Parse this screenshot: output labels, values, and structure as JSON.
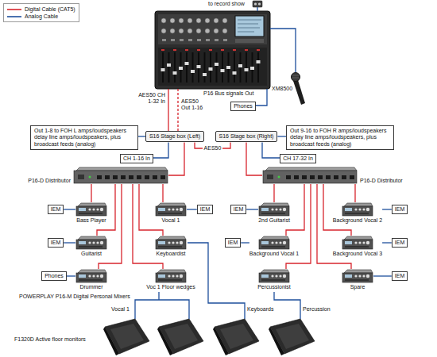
{
  "diagram": {
    "nodes": [
      {
        "text": [
          "Phones"
        ]
      },
      {
        "text": [
          "Out 1-8 to FOH L amps/loudspeakers delay line amps/loudspeakers, plus broadcast feeds (analog)"
        ]
      },
      {
        "text": [
          "S16 Stage box (Left)"
        ]
      },
      {
        "text": [
          "S16 Stage box (Right)"
        ]
      },
      {
        "text": [
          "Out 9-16 to FOH R amps/loudspeakers delay line amps/loudspeakers, plus broadcast feeds (analog)"
        ]
      },
      {
        "text": [
          "CH 1-16 In"
        ]
      },
      {
        "text": [
          "CH 17-32 In"
        ]
      },
      {
        "text": [
          "P16-D Distributor"
        ]
      },
      {
        "text": [
          "P16-D Distributor"
        ]
      },
      {
        "text": [
          "IEM"
        ]
      },
      {
        "text": [
          "Bass Player"
        ]
      },
      {
        "text": [
          "Vocal 1"
        ]
      },
      {
        "text": [
          "IEM"
        ]
      },
      {
        "text": [
          "IEM"
        ]
      },
      {
        "text": [
          "2nd Guitarist"
        ]
      },
      {
        "text": [
          "Background Vocal 2"
        ]
      },
      {
        "text": [
          "IEM"
        ]
      },
      {
        "text": [
          "IEM"
        ]
      },
      {
        "text": [
          "Guitarist"
        ]
      },
      {
        "text": [
          "Keyboardist"
        ]
      },
      {
        "text": [
          "IEM"
        ]
      },
      {
        "text": [
          "Background Vocal 1"
        ]
      },
      {
        "text": [
          "Background Vocal 3"
        ]
      },
      {
        "text": [
          "IEM"
        ]
      },
      {
        "text": [
          "Phones"
        ]
      },
      {
        "text": [
          "Drummer"
        ]
      },
      {
        "text": [
          "Voc 1 Floor wedges"
        ]
      },
      {
        "text": [
          "Percussionist"
        ]
      },
      {
        "text": [
          "Spare"
        ]
      },
      {
        "text": [
          "IEM"
        ]
      }
    ],
    "edges": [
      {
        "from": 2,
        "to": 1,
        "arrow": "none"
      },
      {
        "from": 5,
        "to": 2,
        "arrow": "none"
      },
      {
        "from": 2,
        "to": 3,
        "label": "AES50",
        "arrow": "none"
      },
      {
        "from": 3,
        "to": 4,
        "arrow": "none"
      },
      {
        "from": 6,
        "to": 3,
        "arrow": "none"
      },
      {
        "from": 2,
        "to": 7,
        "arrow": "none"
      },
      {
        "from": 3,
        "to": 8,
        "arrow": "none"
      },
      {
        "from": 7,
        "to": 10,
        "arrow": "none"
      },
      {
        "from": 7,
        "to": 11,
        "arrow": "none"
      },
      {
        "from": 7,
        "to": 18,
        "arrow": "none"
      },
      {
        "from": 7,
        "to": 19,
        "arrow": "none"
      },
      {
        "from": 7,
        "to": 25,
        "arrow": "none"
      },
      {
        "from": 7,
        "to": 26,
        "arrow": "none"
      },
      {
        "from": 8,
        "to": 14,
        "arrow": "none"
      },
      {
        "from": 8,
        "to": 15,
        "arrow": "none"
      },
      {
        "from": 8,
        "to": 21,
        "arrow": "none"
      },
      {
        "from": 8,
        "to": 22,
        "arrow": "none"
      },
      {
        "from": 8,
        "to": 27,
        "arrow": "none"
      },
      {
        "from": 8,
        "to": 28,
        "arrow": "none"
      },
      {
        "from": 10,
        "to": 9,
        "arrow": "none"
      },
      {
        "from": 11,
        "to": 12,
        "arrow": "none"
      },
      {
        "from": 14,
        "to": 13,
        "arrow": "none"
      },
      {
        "from": 15,
        "to": 16,
        "arrow": "none"
      },
      {
        "from": 18,
        "to": 17,
        "arrow": "none"
      },
      {
        "from": 21,
        "to": 20,
        "arrow": "none"
      },
      {
        "from": 22,
        "to": 23,
        "arrow": "none"
      },
      {
        "from": 25,
        "to": 24,
        "arrow": "none"
      },
      {
        "from": 28,
        "to": 29,
        "arrow": "none"
      }
    ],
    "labels": [
      "to record show",
      "XM8500",
      "AES50 CH 1-32 In",
      "AES50 Out 1-16",
      "P16 Bus signals Out",
      "POWERPLAY P16-M Digital Personal Mixers",
      "Vocal 1",
      "Keyboards",
      "Percussion",
      "F1320D Active floor monitors"
    ],
    "legend": [
      {
        "text": "Digital Cable (CAT5)"
      },
      {
        "text": "Analog Cable"
      }
    ]
  }
}
